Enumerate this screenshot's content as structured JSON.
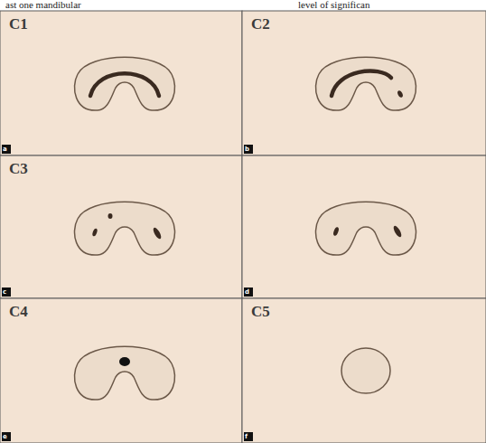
{
  "diagram": {
    "nodes": [
      {
        "text": [
          "C1",
          "a"
        ]
      },
      {
        "text": [
          "C2",
          "b"
        ]
      },
      {
        "text": [
          "C3",
          "c"
        ]
      },
      {
        "text": [
          "d"
        ]
      },
      {
        "text": [
          "C4",
          "e"
        ]
      },
      {
        "text": [
          "C5",
          "f"
        ]
      }
    ],
    "labels": [
      "ast one mandibular",
      "level of significan"
    ]
  }
}
